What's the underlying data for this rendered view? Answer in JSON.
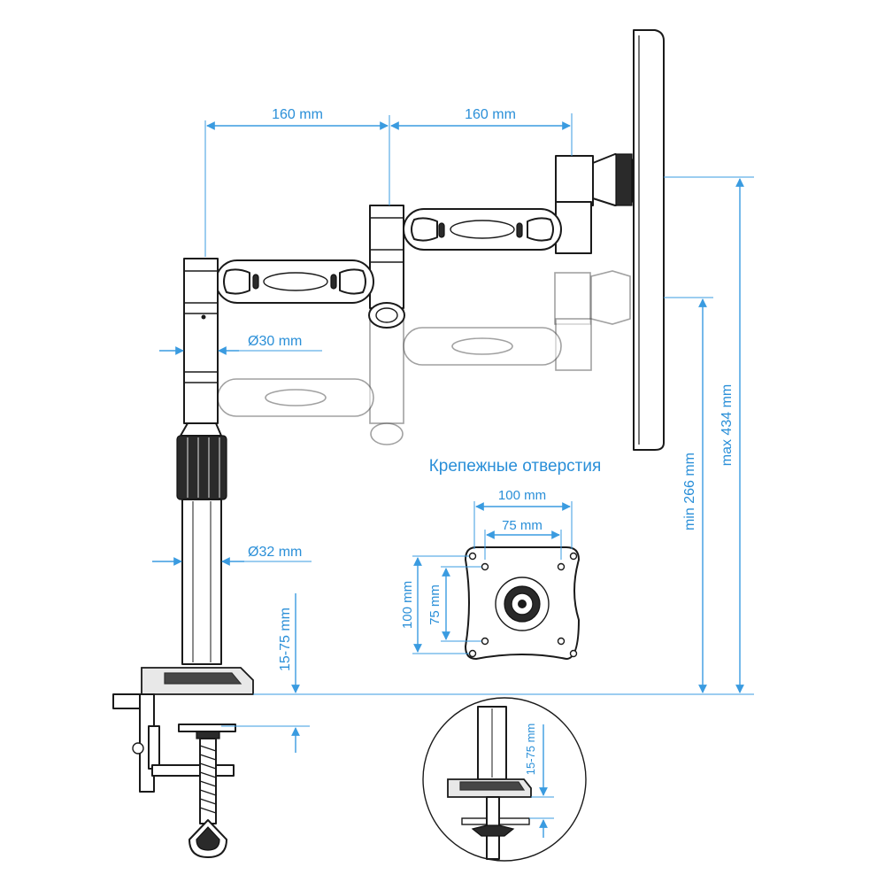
{
  "title": "Крепежные отверстия",
  "dimensions": {
    "arm1": "160 mm",
    "arm2": "160 mm",
    "pole_upper": "Ø30 mm",
    "pole_lower": "Ø32 mm",
    "clamp_range": "15-75 mm",
    "clamp_range_detail": "15-75 mm",
    "height_min": "min 266 mm",
    "height_max": "max 434 mm"
  },
  "vesa": {
    "outer_width": "100 mm",
    "inner_width": "75 mm",
    "outer_height": "100 mm",
    "inner_height": "75 mm"
  },
  "colors": {
    "dimension": "#3a9be0",
    "ink": "#1a1a1a"
  }
}
